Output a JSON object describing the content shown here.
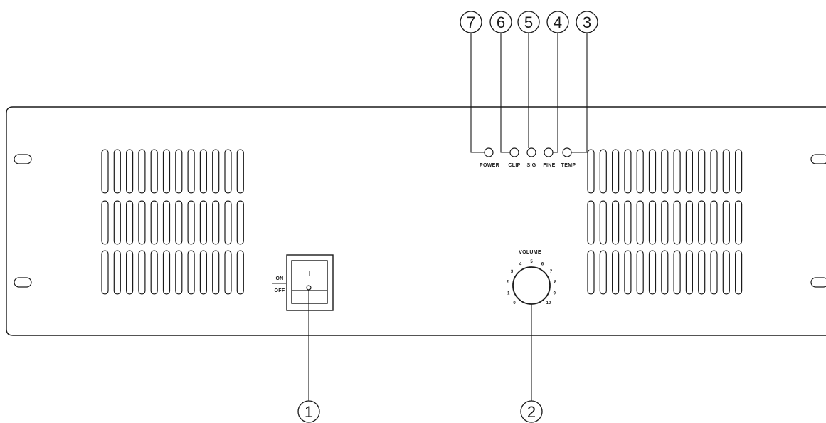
{
  "callouts": [
    "1",
    "2",
    "3",
    "4",
    "5",
    "6",
    "7"
  ],
  "indicators": {
    "power": "POWER",
    "clip": "CLIP",
    "sig": "SIG",
    "fine": "FINE",
    "temp": "TEMP"
  },
  "switch": {
    "on_label": "ON",
    "off_label": "OFF",
    "rocker_mark": "I"
  },
  "volume": {
    "title": "VOLUME",
    "scale": [
      "0",
      "1",
      "2",
      "3",
      "4",
      "5",
      "6",
      "7",
      "8",
      "9",
      "10"
    ]
  }
}
